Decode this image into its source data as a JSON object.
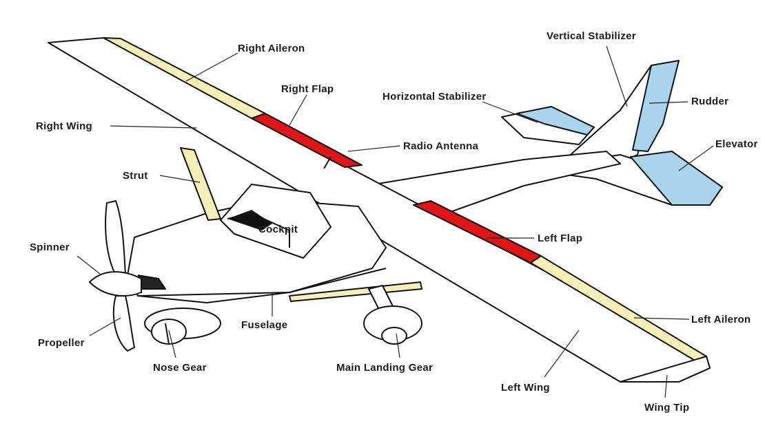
{
  "colors": {
    "aileron": "#f5efb8",
    "flap": "#e01515",
    "tail_control": "#a9d4ec",
    "outline": "#111111",
    "airframe": "#ffffff"
  },
  "labels": {
    "right_aileron": "Right Aileron",
    "right_flap": "Right Flap",
    "right_wing": "Right Wing",
    "radio_antenna": "Radio Antenna",
    "strut": "Strut",
    "cockpit": "Cockpit",
    "spinner": "Spinner",
    "propeller": "Propeller",
    "nose_gear": "Nose Gear",
    "fuselage": "Fuselage",
    "main_landing_gear": "Main Landing Gear",
    "left_wing": "Left Wing",
    "wing_tip": "Wing Tip",
    "left_aileron": "Left Aileron",
    "left_flap": "Left Flap",
    "elevator": "Elevator",
    "rudder": "Rudder",
    "horizontal_stabilizer": "Horizontal Stabilizer",
    "vertical_stabilizer": "Vertical Stabilizer"
  }
}
